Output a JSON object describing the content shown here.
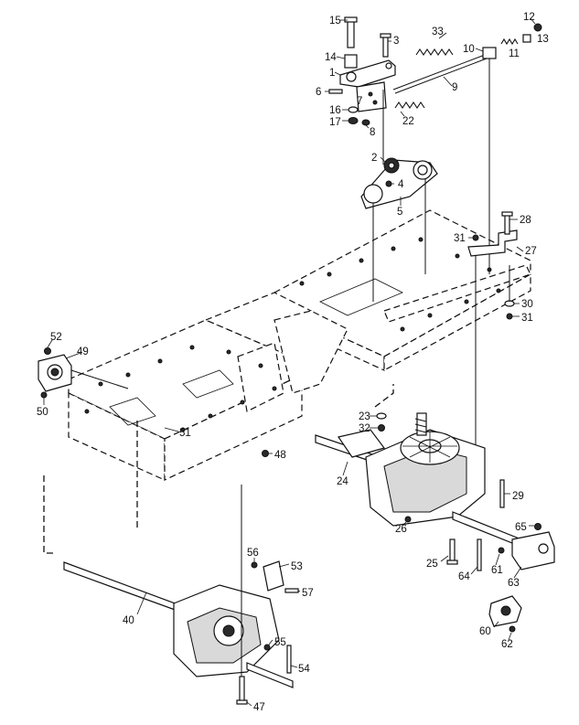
{
  "parts": [
    {
      "id": "15",
      "text": "15"
    },
    {
      "id": "3a",
      "text": "3"
    },
    {
      "id": "33",
      "text": "33"
    },
    {
      "id": "12",
      "text": "12"
    },
    {
      "id": "13",
      "text": "13"
    },
    {
      "id": "10",
      "text": "10"
    },
    {
      "id": "11",
      "text": "11"
    },
    {
      "id": "14",
      "text": "14"
    },
    {
      "id": "1",
      "text": "1"
    },
    {
      "id": "9",
      "text": "9"
    },
    {
      "id": "6",
      "text": "6"
    },
    {
      "id": "7",
      "text": "7"
    },
    {
      "id": "16",
      "text": "16"
    },
    {
      "id": "17",
      "text": "17"
    },
    {
      "id": "8",
      "text": "8"
    },
    {
      "id": "22",
      "text": "22"
    },
    {
      "id": "2",
      "text": "2"
    },
    {
      "id": "4",
      "text": "4"
    },
    {
      "id": "5",
      "text": "5"
    },
    {
      "id": "28",
      "text": "28"
    },
    {
      "id": "31a",
      "text": "31"
    },
    {
      "id": "27",
      "text": "27"
    },
    {
      "id": "30",
      "text": "30"
    },
    {
      "id": "31b",
      "text": "31"
    },
    {
      "id": "52",
      "text": "52"
    },
    {
      "id": "49",
      "text": "49"
    },
    {
      "id": "50",
      "text": "50"
    },
    {
      "id": "51",
      "text": "51"
    },
    {
      "id": "23",
      "text": "23"
    },
    {
      "id": "32",
      "text": "32"
    },
    {
      "id": "48",
      "text": "48"
    },
    {
      "id": "24",
      "text": "24"
    },
    {
      "id": "29",
      "text": "29"
    },
    {
      "id": "26",
      "text": "26"
    },
    {
      "id": "65",
      "text": "65"
    },
    {
      "id": "25",
      "text": "25"
    },
    {
      "id": "64",
      "text": "64"
    },
    {
      "id": "61",
      "text": "61"
    },
    {
      "id": "63",
      "text": "63"
    },
    {
      "id": "56",
      "text": "56"
    },
    {
      "id": "53",
      "text": "53"
    },
    {
      "id": "57",
      "text": "57"
    },
    {
      "id": "40",
      "text": "40"
    },
    {
      "id": "55",
      "text": "55"
    },
    {
      "id": "54",
      "text": "54"
    },
    {
      "id": "47",
      "text": "47"
    },
    {
      "id": "60",
      "text": "60"
    },
    {
      "id": "62",
      "text": "62"
    }
  ],
  "colors": {
    "ink": "#111111",
    "paper": "#ffffff",
    "shade": "#2a2a2a"
  }
}
